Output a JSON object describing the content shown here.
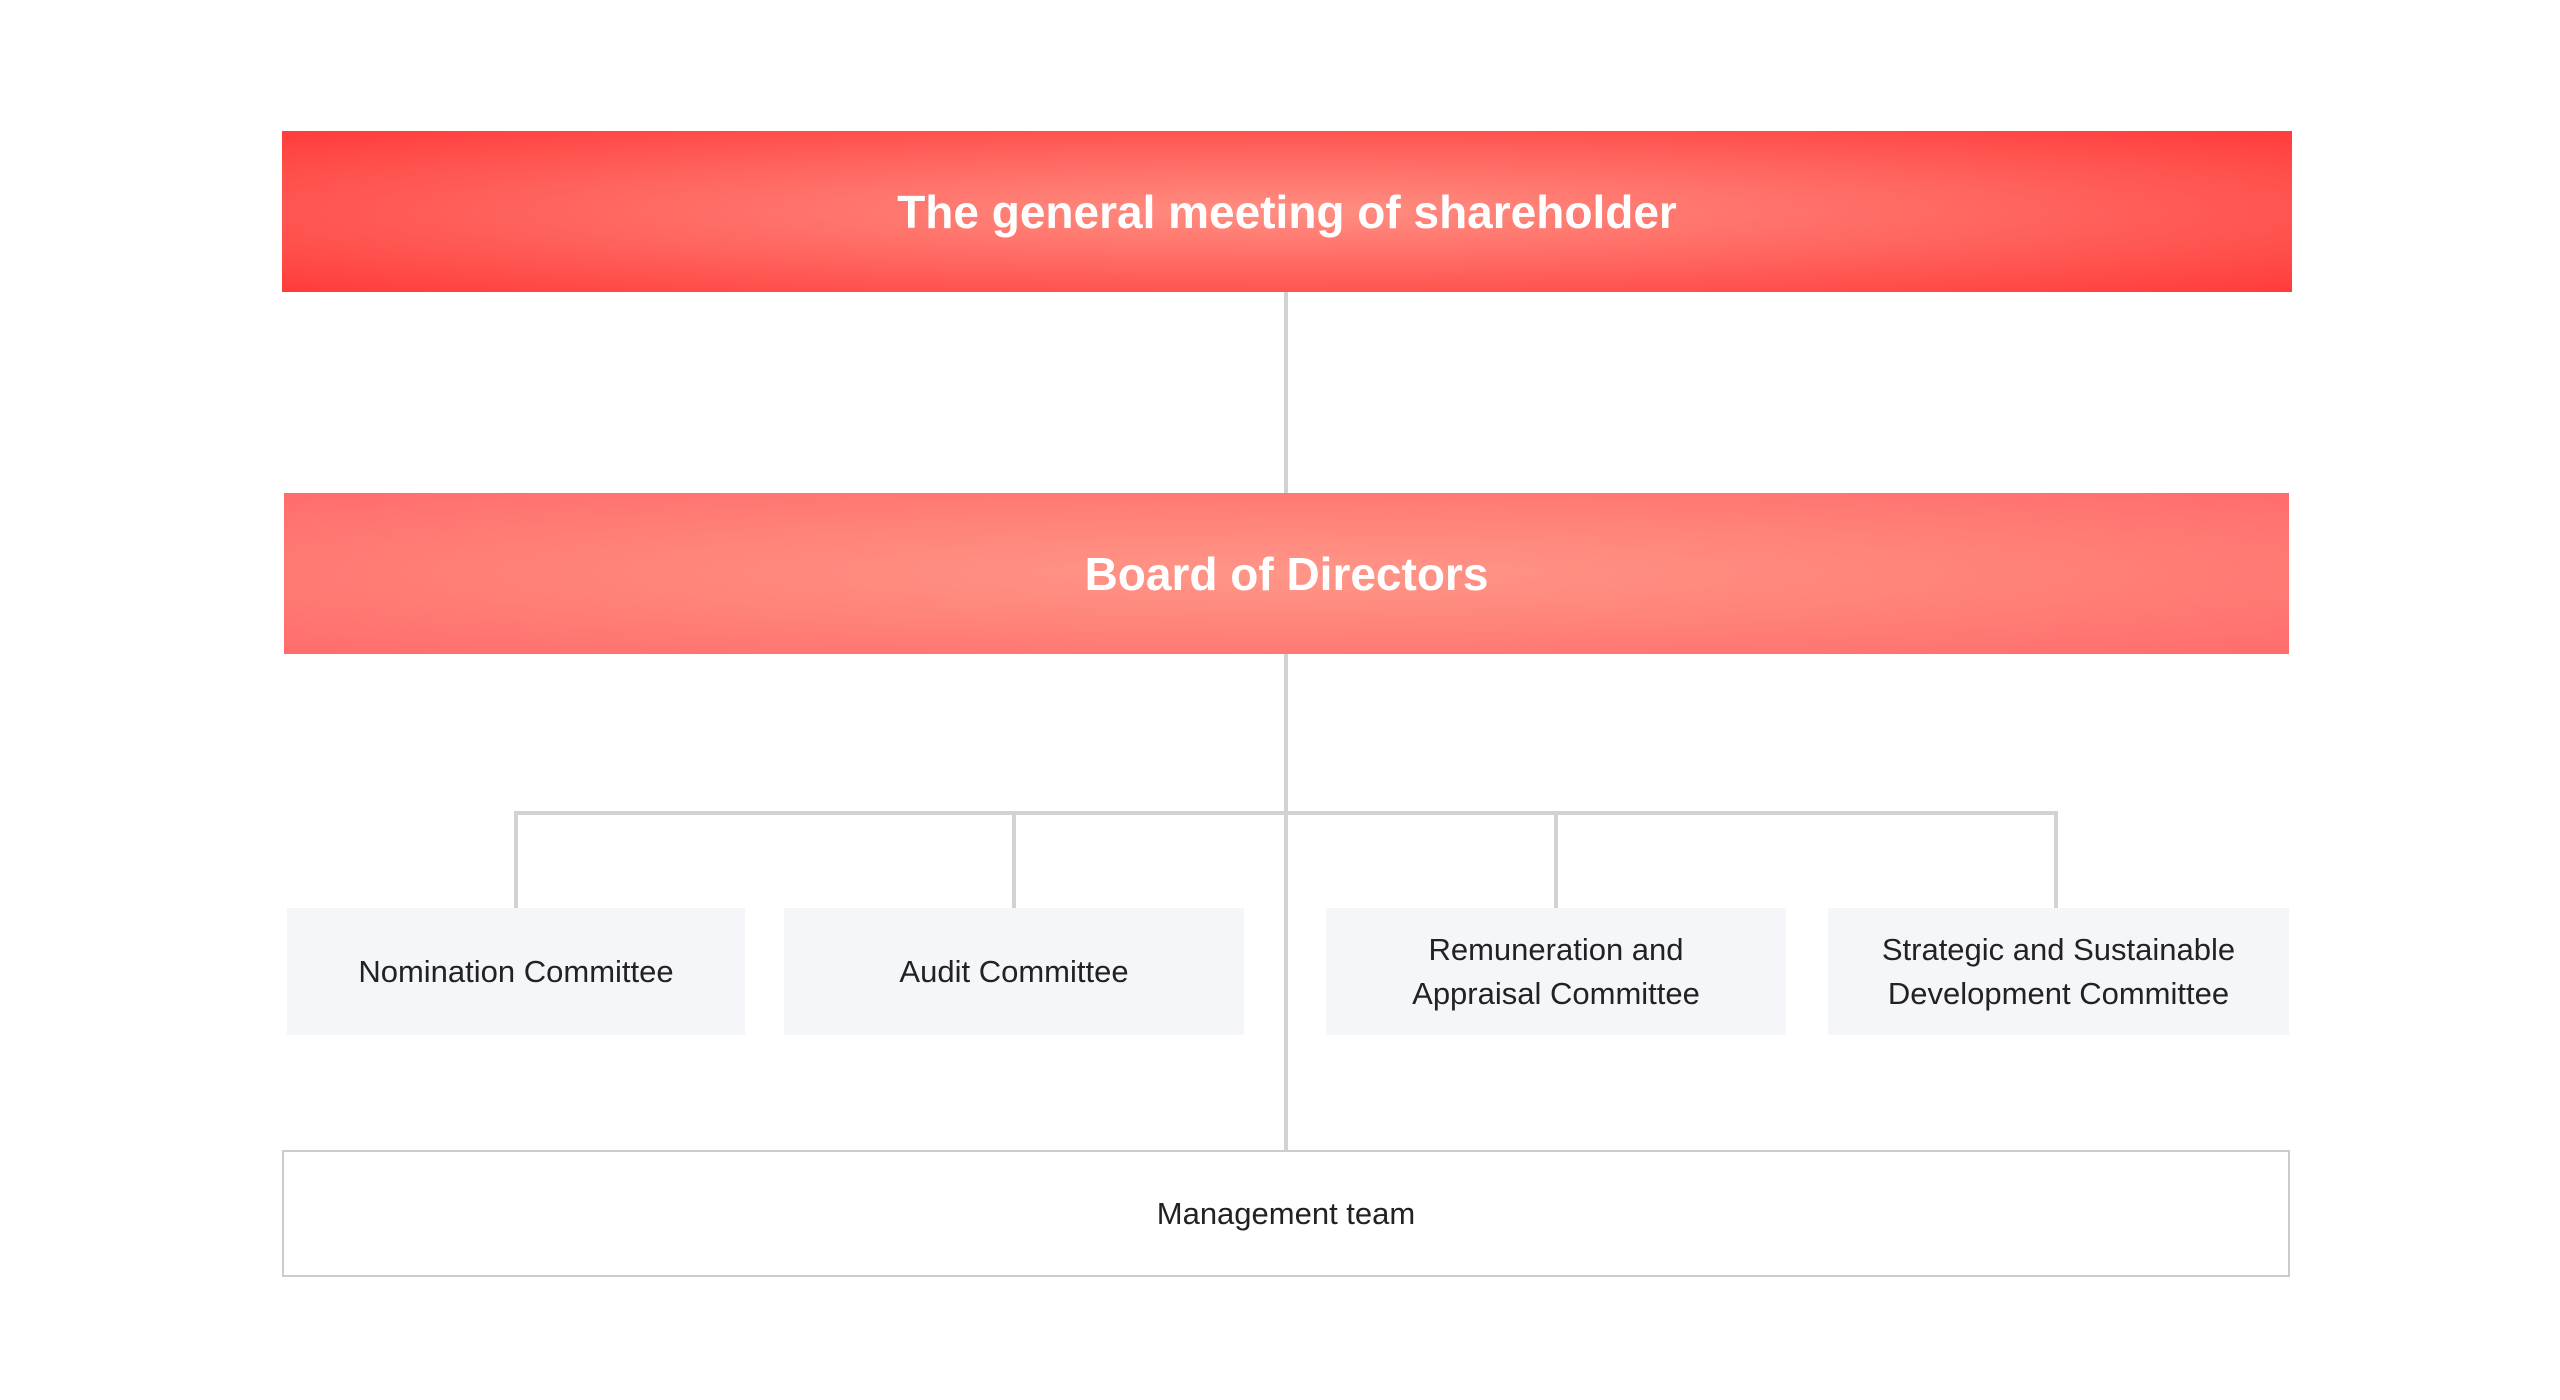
{
  "diagram": {
    "shareholders": "The general meeting of shareholder",
    "board": "Board of Directors",
    "committees": [
      "Nomination Committee",
      "Audit Committee",
      "Remuneration and\nAppraisal Committee",
      "Strategic and Sustainable\nDevelopment Committee"
    ],
    "management": "Management team"
  },
  "colors": {
    "top_box_center": "#ff8e82",
    "top_box_edge": "#ff3b3b",
    "board_box_center": "#ff9688",
    "board_box_edge": "#ff6c6c",
    "committee_fill": "#f5f6fa",
    "connector": "#d2d2d2",
    "management_border": "#cccccc"
  }
}
